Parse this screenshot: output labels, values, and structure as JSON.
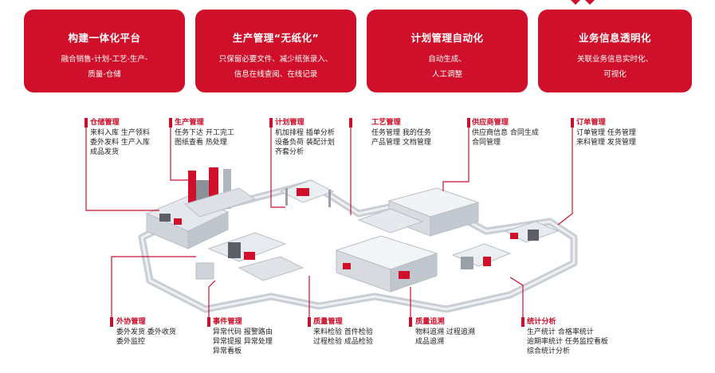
{
  "cards": [
    {
      "title": "构建一体化平台",
      "desc_line1": "融合销售-计划-工艺-生产-",
      "desc_line2": "质量-仓储"
    },
    {
      "title": "生产管理“无纸化”",
      "desc_line1": "只保留必要文件、减少纸张录入、",
      "desc_line2": "信息在线查阅、在线记录"
    },
    {
      "title": "计划管理自动化",
      "desc_line1": "自动生成、",
      "desc_line2": "人工调整"
    },
    {
      "title": "业务信息透明化",
      "desc_line1": "关联业务信息实时化、",
      "desc_line2": "可视化"
    }
  ],
  "modules": {
    "cangchu": {
      "title": "仓储管理",
      "l1": "来料入库  生产领料",
      "l2": "委外发料  生产入库",
      "l3": "成品发货"
    },
    "shengchan": {
      "title": "生产管理",
      "l1": "任务下达  开工完工",
      "l2": "图纸查看  热处理"
    },
    "jihua": {
      "title": "计划管理",
      "l1": "机加排程  插单分析",
      "l2": "设备负荷  装配计划",
      "l3": "齐套分析"
    },
    "gongyi": {
      "title": "工艺管理",
      "l1": "任务管理  我的任务",
      "l2": "产品管理  文档管理"
    },
    "gongyingshang": {
      "title": "供应商管理",
      "l1": "供应商信息  合同生成",
      "l2": "合同管理"
    },
    "dingdan": {
      "title": "订单管理",
      "l1": "订单管理  任务管理",
      "l2": "来料管理  发货管理"
    },
    "waixie": {
      "title": "外协管理",
      "l1": "委外发货  委外收货",
      "l2": "委外监控"
    },
    "shijian": {
      "title": "事件管理",
      "l1": "异常代码  报警路由",
      "l2": "异常提报  异常处理",
      "l3": "异常看板"
    },
    "zhiliang": {
      "title": "质量管理",
      "l1": "来料检验  首件检验",
      "l2": "过程检验  成品检验"
    },
    "zhuisu": {
      "title": "质量追溯",
      "l1": "物料追溯  过程追溯",
      "l2": "成品追溯"
    },
    "tongji": {
      "title": "统计分析",
      "l1": "生产统计  合格率统计",
      "l2": "逾期率统计  任务监控看板",
      "l3": "综合统计分析"
    }
  },
  "colors": {
    "accent": "#d0102a",
    "line": "#c8102e",
    "floor": "#e7eaee",
    "machine": "#cfd4da",
    "dark": "#5b6068"
  }
}
